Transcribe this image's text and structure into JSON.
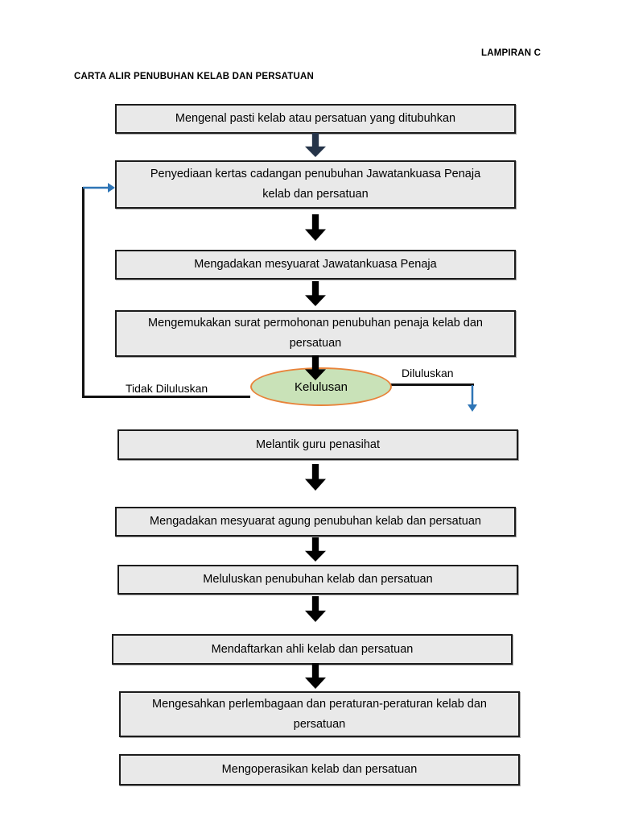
{
  "page": {
    "corner_label": "LAMPIRAN C",
    "title": "CARTA ALIR PENUBUHAN KELAB DAN PERSATUAN"
  },
  "flow": {
    "boxes": [
      {
        "label": "Mengenal pasti kelab atau persatuan yang ditubuhkan"
      },
      {
        "label": "Penyediaan kertas cadangan penubuhan Jawatankuasa Penaja\nkelab dan persatuan"
      },
      {
        "label": "Mengadakan mesyuarat Jawatankuasa Penaja"
      },
      {
        "label": "Mengemukakan surat permohonan penubuhan penaja kelab dan\npersatuan"
      },
      {
        "label": "Melantik guru penasihat"
      },
      {
        "label": "Mengadakan mesyuarat agung penubuhan kelab dan persatuan"
      },
      {
        "label": "Meluluskan penubuhan kelab dan persatuan"
      },
      {
        "label": "Mendaftarkan ahli kelab dan persatuan"
      },
      {
        "label": "Mengesahkan perlembagaan dan peraturan-peraturan kelab dan\npersatuan"
      },
      {
        "label": "Mengoperasikan kelab dan persatuan"
      }
    ],
    "decision": {
      "label": "Kelulusan",
      "approved_label": "Diluluskan",
      "rejected_label": "Tidak Diluluskan"
    },
    "colors": {
      "box_fill": "#e9e9e9",
      "box_border": "#1c1c1c",
      "ellipse_fill": "#c9e2b8",
      "ellipse_border": "#e8833a",
      "arrow_black": "#000000",
      "arrow_navy": "#253449",
      "arrow_blue": "#2e75b6"
    }
  }
}
